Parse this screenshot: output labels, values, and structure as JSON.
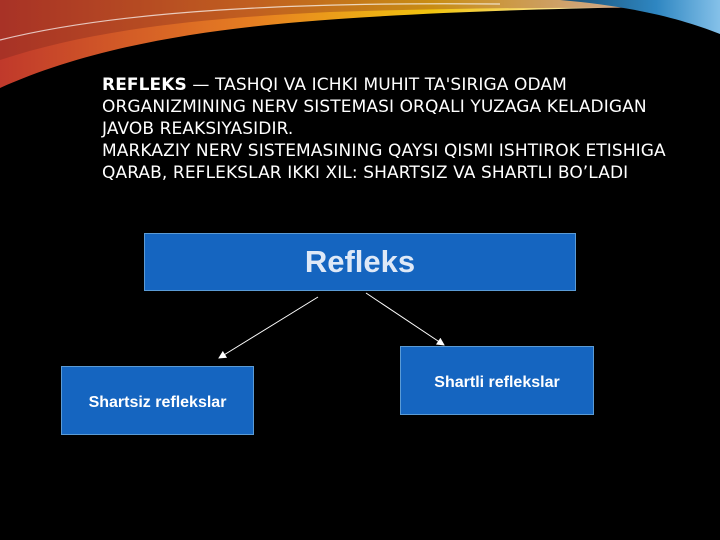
{
  "slide": {
    "term": "REFLEKS",
    "definition": " — TASHQI VA ICHKI MUHIT TA'SIRIGA ODAM ORGANIZMINING NERV SISTEMASI ORQALI YUZAGA KELADIGAN JAVOB REAKSIYASIDIR.",
    "classification": "MARKAZIY NERV SISTEMASINING QAYSI QISMI ISHTIROK ETISHIGA QARAB, REFLEKSLAR IKKI XIL: SHARTSIZ VA SHARTLI BO’LADI"
  },
  "diagram": {
    "root": "Refleks",
    "left_child": "Shartsiz reflekslar",
    "right_child": "Shartli reflekslar"
  },
  "colors": {
    "background": "#000000",
    "box_fill": "#1565c0",
    "box_border": "#5b9bd5",
    "text": "#ffffff"
  }
}
